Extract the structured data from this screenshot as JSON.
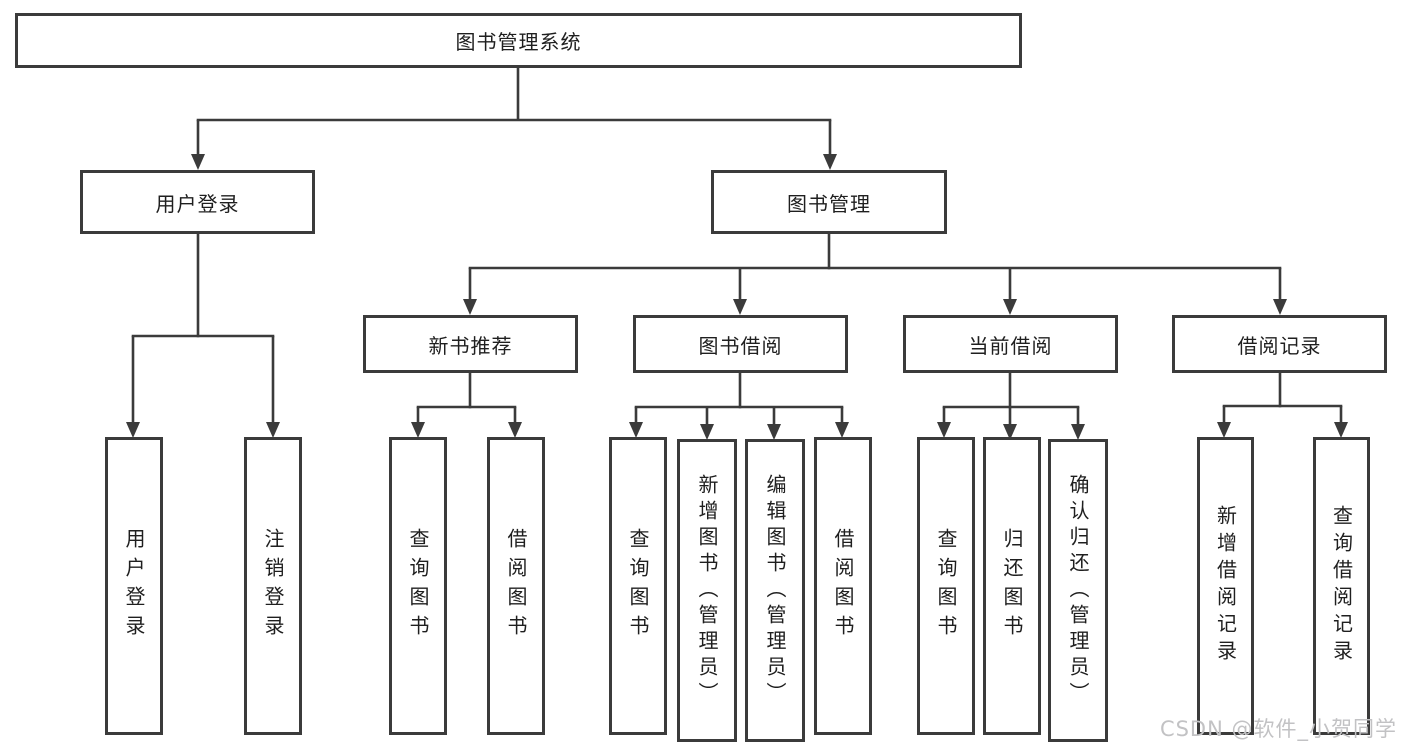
{
  "diagram": {
    "root": "图书管理系统",
    "level2": [
      "用户登录",
      "图书管理"
    ],
    "level3": [
      "新书推荐",
      "图书借阅",
      "当前借阅",
      "借阅记录"
    ],
    "leaves": {
      "user": [
        "用户登录",
        "注销登录"
      ],
      "recommend": [
        "查询图书",
        "借阅图书"
      ],
      "borrow": [
        "查询图书",
        "新增图书（管理员）",
        "编辑图书（管理员）",
        "借阅图书"
      ],
      "current": [
        "查询图书",
        "归还图书",
        "确认归还（管理员）"
      ],
      "record": [
        "新增借阅记录",
        "查询借阅记录"
      ]
    }
  },
  "watermark": "CSDN @软件_小贺同学"
}
